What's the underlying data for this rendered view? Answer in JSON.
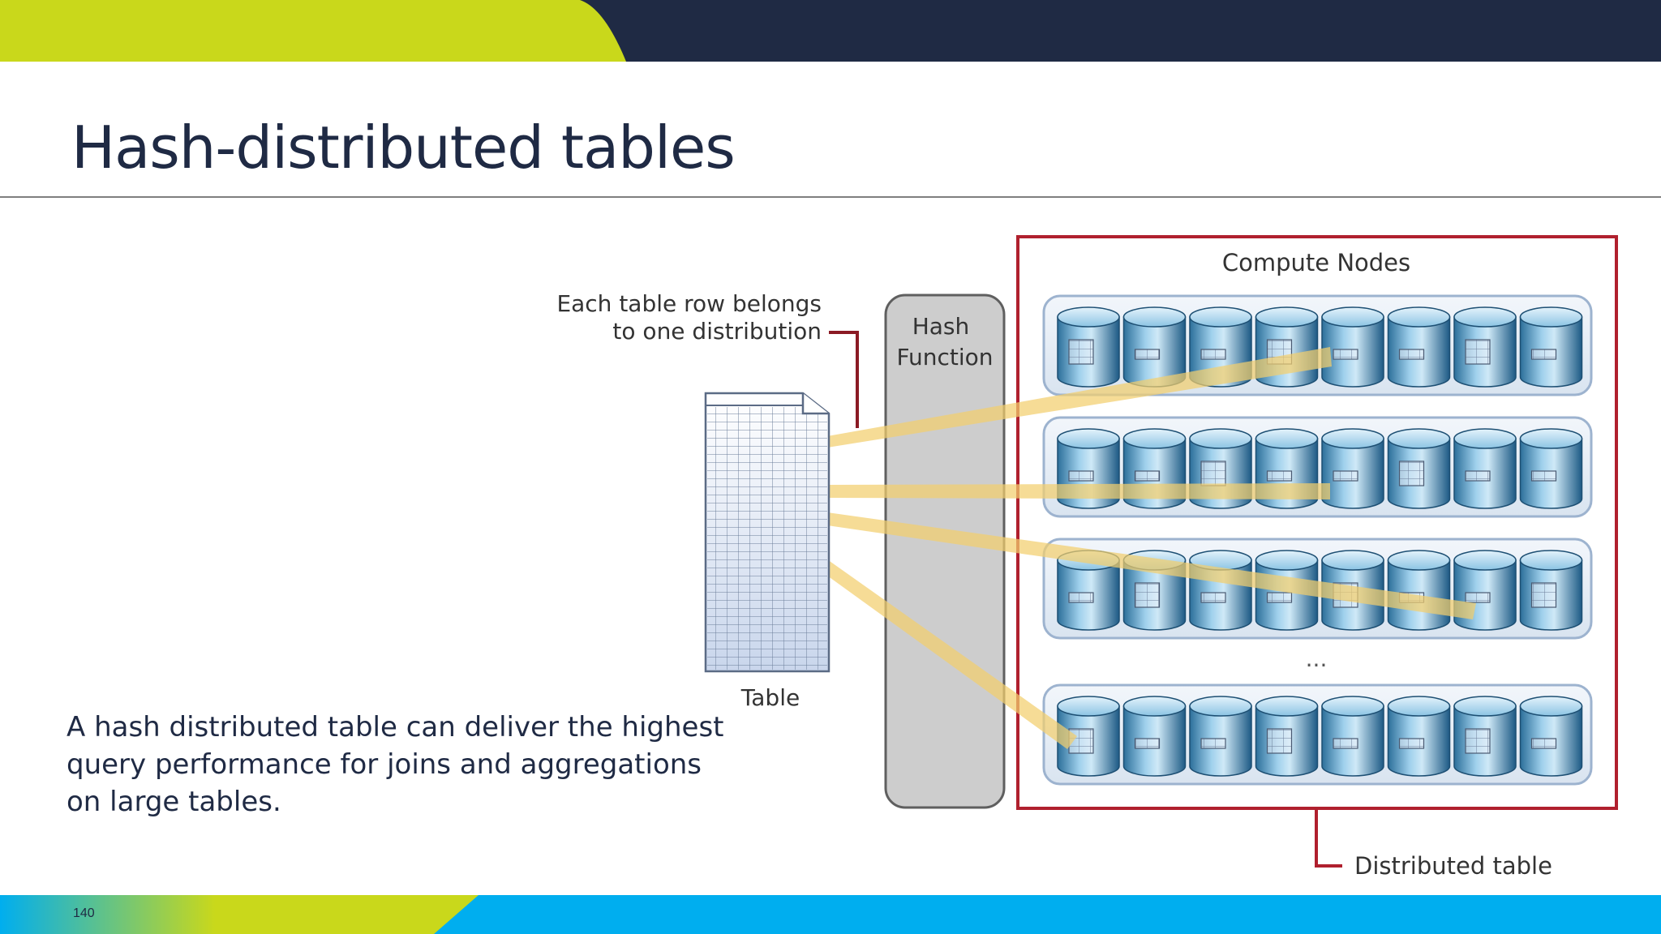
{
  "slide": {
    "title": "Hash-distributed tables",
    "body": "A hash distributed table can deliver the highest query performance for joins and aggregations on large tables.",
    "page_number": "140"
  },
  "diagram": {
    "row_label_line1": "Each table row belongs",
    "row_label_line2": "to one distribution",
    "hash_line1": "Hash",
    "hash_line2": "Function",
    "table_label": "Table",
    "nodes_label": "Compute Nodes",
    "ellipsis": "...",
    "distributed_label": "Distributed table"
  },
  "colors": {
    "lime": "#c9d81b",
    "navy": "#1f2a44",
    "cyan": "#00aeef",
    "red_border": "#b0202e",
    "beam": "#f3cf6e",
    "hash_fill": "#cdcdcd"
  }
}
